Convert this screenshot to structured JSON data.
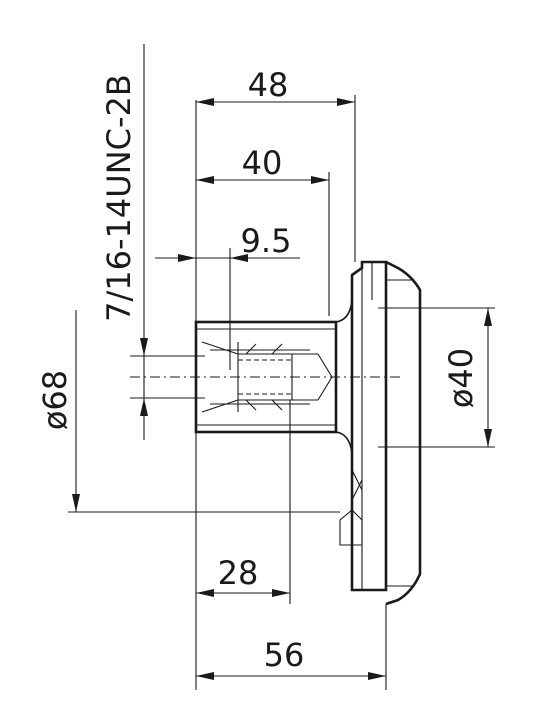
{
  "dimensions": {
    "d48": "48",
    "d40": "40",
    "d9_5": "9.5",
    "d28": "28",
    "d56": "56",
    "dia68": "ø68",
    "dia40": "ø40",
    "thread": "7/16-14UNC-2B"
  }
}
